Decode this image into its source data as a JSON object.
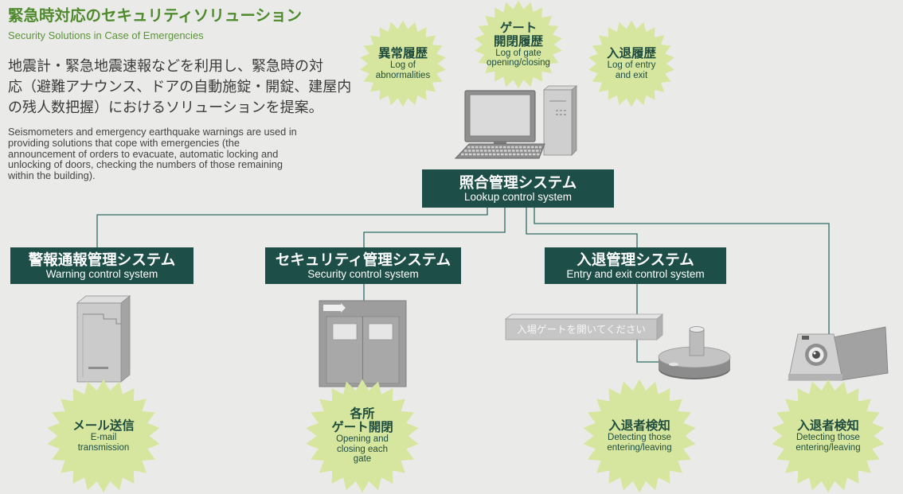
{
  "title": "緊急時対応のセキュリティソリューション",
  "subtitle": "Security Solutions in Case of Emergencies",
  "intro_ja": [
    "地震計・緊急地震速報などを利用し、緊急時の対",
    "応（避難アナウンス、ドアの自動施錠・開錠、建屋内",
    "の残人数把握）におけるソリューションを提案。"
  ],
  "intro_en": [
    "Seismometers and emergency earthquake warnings are used in",
    "providing solutions that cope with emergencies (the",
    "announcement of orders to evacuate, automatic locking and",
    "unlocking of doors, checking the numbers of those remaining",
    "within the building)."
  ],
  "lookup_system": {
    "ja": "照合管理システム",
    "en": "Lookup control system"
  },
  "systems": [
    {
      "ja": "警報通報管理システム",
      "en": "Warning control system"
    },
    {
      "ja": "セキュリティ管理システム",
      "en": "Security control system"
    },
    {
      "ja": "入退管理システム",
      "en": "Entry and exit control system"
    }
  ],
  "top_bursts": [
    {
      "ja": [
        "異常履歴"
      ],
      "en": [
        "Log of",
        "abnormalities"
      ]
    },
    {
      "ja": [
        "ゲート",
        "開閉履歴"
      ],
      "en": [
        "Log of gate",
        "opening/closing"
      ]
    },
    {
      "ja": [
        "入退履歴"
      ],
      "en": [
        "Log of entry",
        "and exit"
      ]
    }
  ],
  "bottom_bursts": [
    {
      "ja": [
        "メール送信"
      ],
      "en": [
        "E-mail",
        "transmission"
      ]
    },
    {
      "ja": [
        "各所",
        "ゲート開閉"
      ],
      "en": [
        "Opening and",
        "closing each",
        "gate"
      ]
    },
    {
      "ja": [
        "入退者検知"
      ],
      "en": [
        "Detecting those",
        "entering/leaving"
      ]
    },
    {
      "ja": [
        "入退者検知"
      ],
      "en": [
        "Detecting those",
        "entering/leaving"
      ]
    }
  ],
  "sign_text": "入場ゲートを開いてください",
  "icons": [
    "computer-icon",
    "server-icon",
    "gate-panel-icon",
    "card-reader-icon",
    "camera-icon"
  ],
  "colors": {
    "background": "#eaeae8",
    "title": "#4f8a2c",
    "subtitle": "#5c9339",
    "system_box": "#1d4e47",
    "burst_fill": "#d7e69f",
    "burst_text": "#1e4c3f",
    "connector": "#2e6c63"
  }
}
